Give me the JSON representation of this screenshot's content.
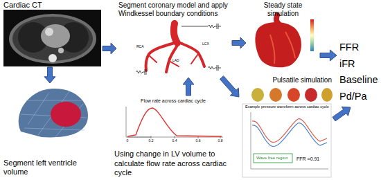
{
  "diagram": {
    "nodes": [
      {
        "text": [
          "Cardiac CT"
        ]
      },
      {
        "text": [
          "Segment coronary model and apply Windkessel boundary conditions"
        ]
      },
      {
        "text": [
          "Steady state simulation"
        ]
      },
      {
        "text": [
          "Pulsatile simulation"
        ]
      },
      {
        "text": [
          "FFR",
          "iFR",
          "Baseline",
          "Pd/Pa"
        ]
      },
      {
        "text": [
          "Segment left ventricle volume"
        ]
      },
      {
        "text": [
          "Flow rate across cardiac cycle",
          "Using change in LV volume to calculate flow rate across cardiac cycle"
        ]
      }
    ],
    "edges": [
      {
        "from": 0,
        "to": 1,
        "arrow": "to"
      },
      {
        "from": 0,
        "to": 5,
        "arrow": "to"
      },
      {
        "from": 1,
        "to": 2,
        "arrow": "to"
      },
      {
        "from": 1,
        "to": 3,
        "arrow": "to"
      },
      {
        "from": 6,
        "to": 1,
        "arrow": "to"
      },
      {
        "from": 2,
        "to": 4,
        "arrow": "to"
      },
      {
        "from": 3,
        "to": 4,
        "arrow": "to"
      }
    ],
    "labels": [
      "RCA",
      "LAD",
      "LCX",
      "Example pressure waveform across cardiac cycle",
      "FFR =0.91",
      "Wave free region",
      "0",
      "0.2",
      "0.4",
      "0.6",
      "0.8"
    ]
  }
}
